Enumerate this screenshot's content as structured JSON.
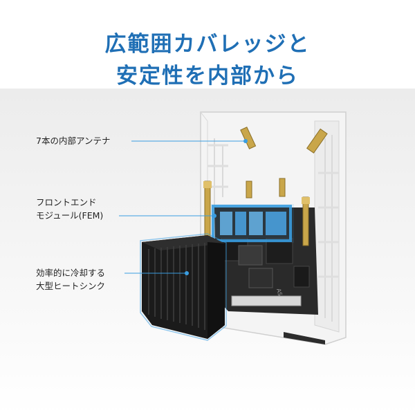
{
  "headline": {
    "line1": "広範囲カバレッジと",
    "line2": "安定性を内部から"
  },
  "callouts": {
    "antennas": "7本の内部アンテナ",
    "fem_line1": "フロントエンド",
    "fem_line2": "モジュール(FEM)",
    "heatsink_line1": "効率的に冷却する",
    "heatsink_line2": "大型ヒートシンク"
  },
  "board_logo": "ASUS",
  "colors": {
    "headline": "#1f6fb5",
    "accent": "#3a9de0",
    "housing": "#f2f2f2",
    "board": "#2a2a2a",
    "antenna_brass": "#c9a64a"
  }
}
